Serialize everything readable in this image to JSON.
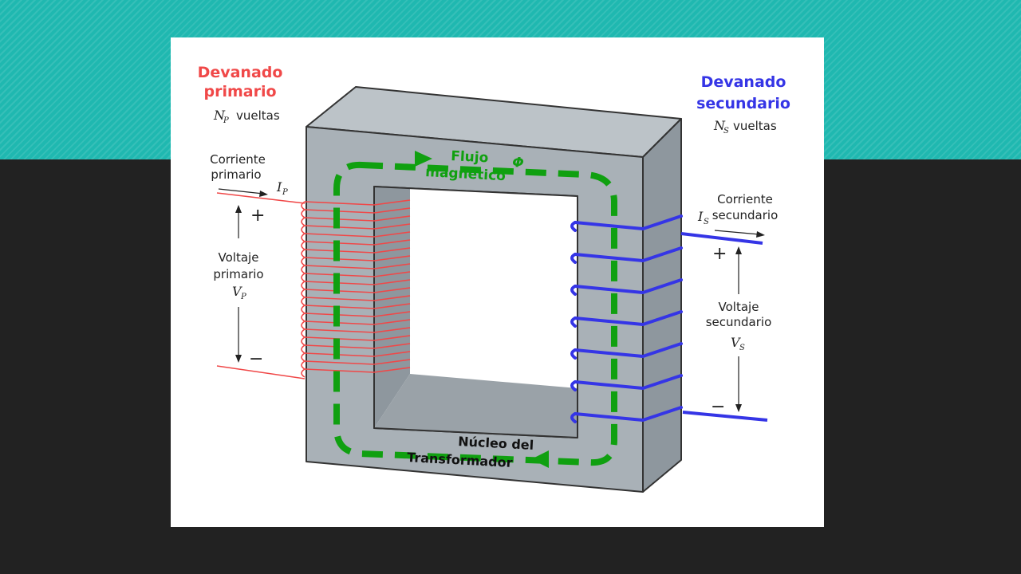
{
  "colors": {
    "teal_band": "#1fb8b0",
    "dark_background": "#222222",
    "primary": "#f04848",
    "secondary": "#3535e6",
    "flux": "#10a010",
    "core_front": "#a9b1b7",
    "core_side": "#8e979e",
    "core_top": "#bcc3c8"
  },
  "diagram": {
    "primary_title_line1": "Devanado",
    "primary_title_line2": "primario",
    "primary_turns_symbol": "N",
    "primary_turns_sub": "P",
    "primary_turns_text": "vueltas",
    "secondary_title_line1": "Devanado",
    "secondary_title_line2": "secundario",
    "secondary_turns_symbol": "N",
    "secondary_turns_sub": "S",
    "secondary_turns_text": "vueltas",
    "primary_current_line1": "Corriente",
    "primary_current_line2": "primario",
    "primary_current_symbol": "I",
    "primary_current_sub": "P",
    "primary_voltage_line1": "Voltaje",
    "primary_voltage_line2": "primario",
    "primary_voltage_symbol": "V",
    "primary_voltage_sub": "P",
    "secondary_current_line1": "Corriente",
    "secondary_current_line2": "secundario",
    "secondary_current_symbol": "I",
    "secondary_current_sub": "S",
    "secondary_voltage_line1": "Voltaje",
    "secondary_voltage_line2": "secundario",
    "secondary_voltage_symbol": "V",
    "secondary_voltage_sub": "S",
    "flux_line1": "Flujo",
    "flux_symbol": "Φ",
    "flux_line2": "magnético",
    "core_line1": "Núcleo del",
    "core_line2": "Transformador",
    "plus": "+",
    "minus": "−"
  }
}
